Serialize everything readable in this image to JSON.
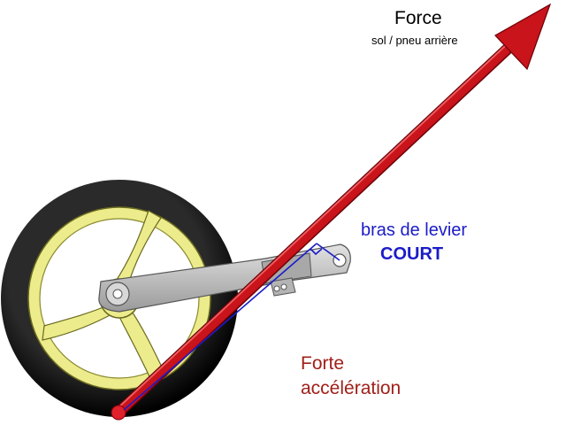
{
  "labels": {
    "force_title": "Force",
    "force_subtitle": "sol / pneu arrière",
    "lever_arm": "bras de levier",
    "lever_arm_size": "COURT",
    "acceleration_line1": "Forte",
    "acceleration_line2": "accélération"
  },
  "colors": {
    "force_arrow": "#c8141a",
    "lever_arm": "#1c1cc8",
    "acceleration_text": "#a0201a",
    "tire": "#111111",
    "rim": "#ecec8c",
    "swingarm": "#bdbdbd"
  }
}
